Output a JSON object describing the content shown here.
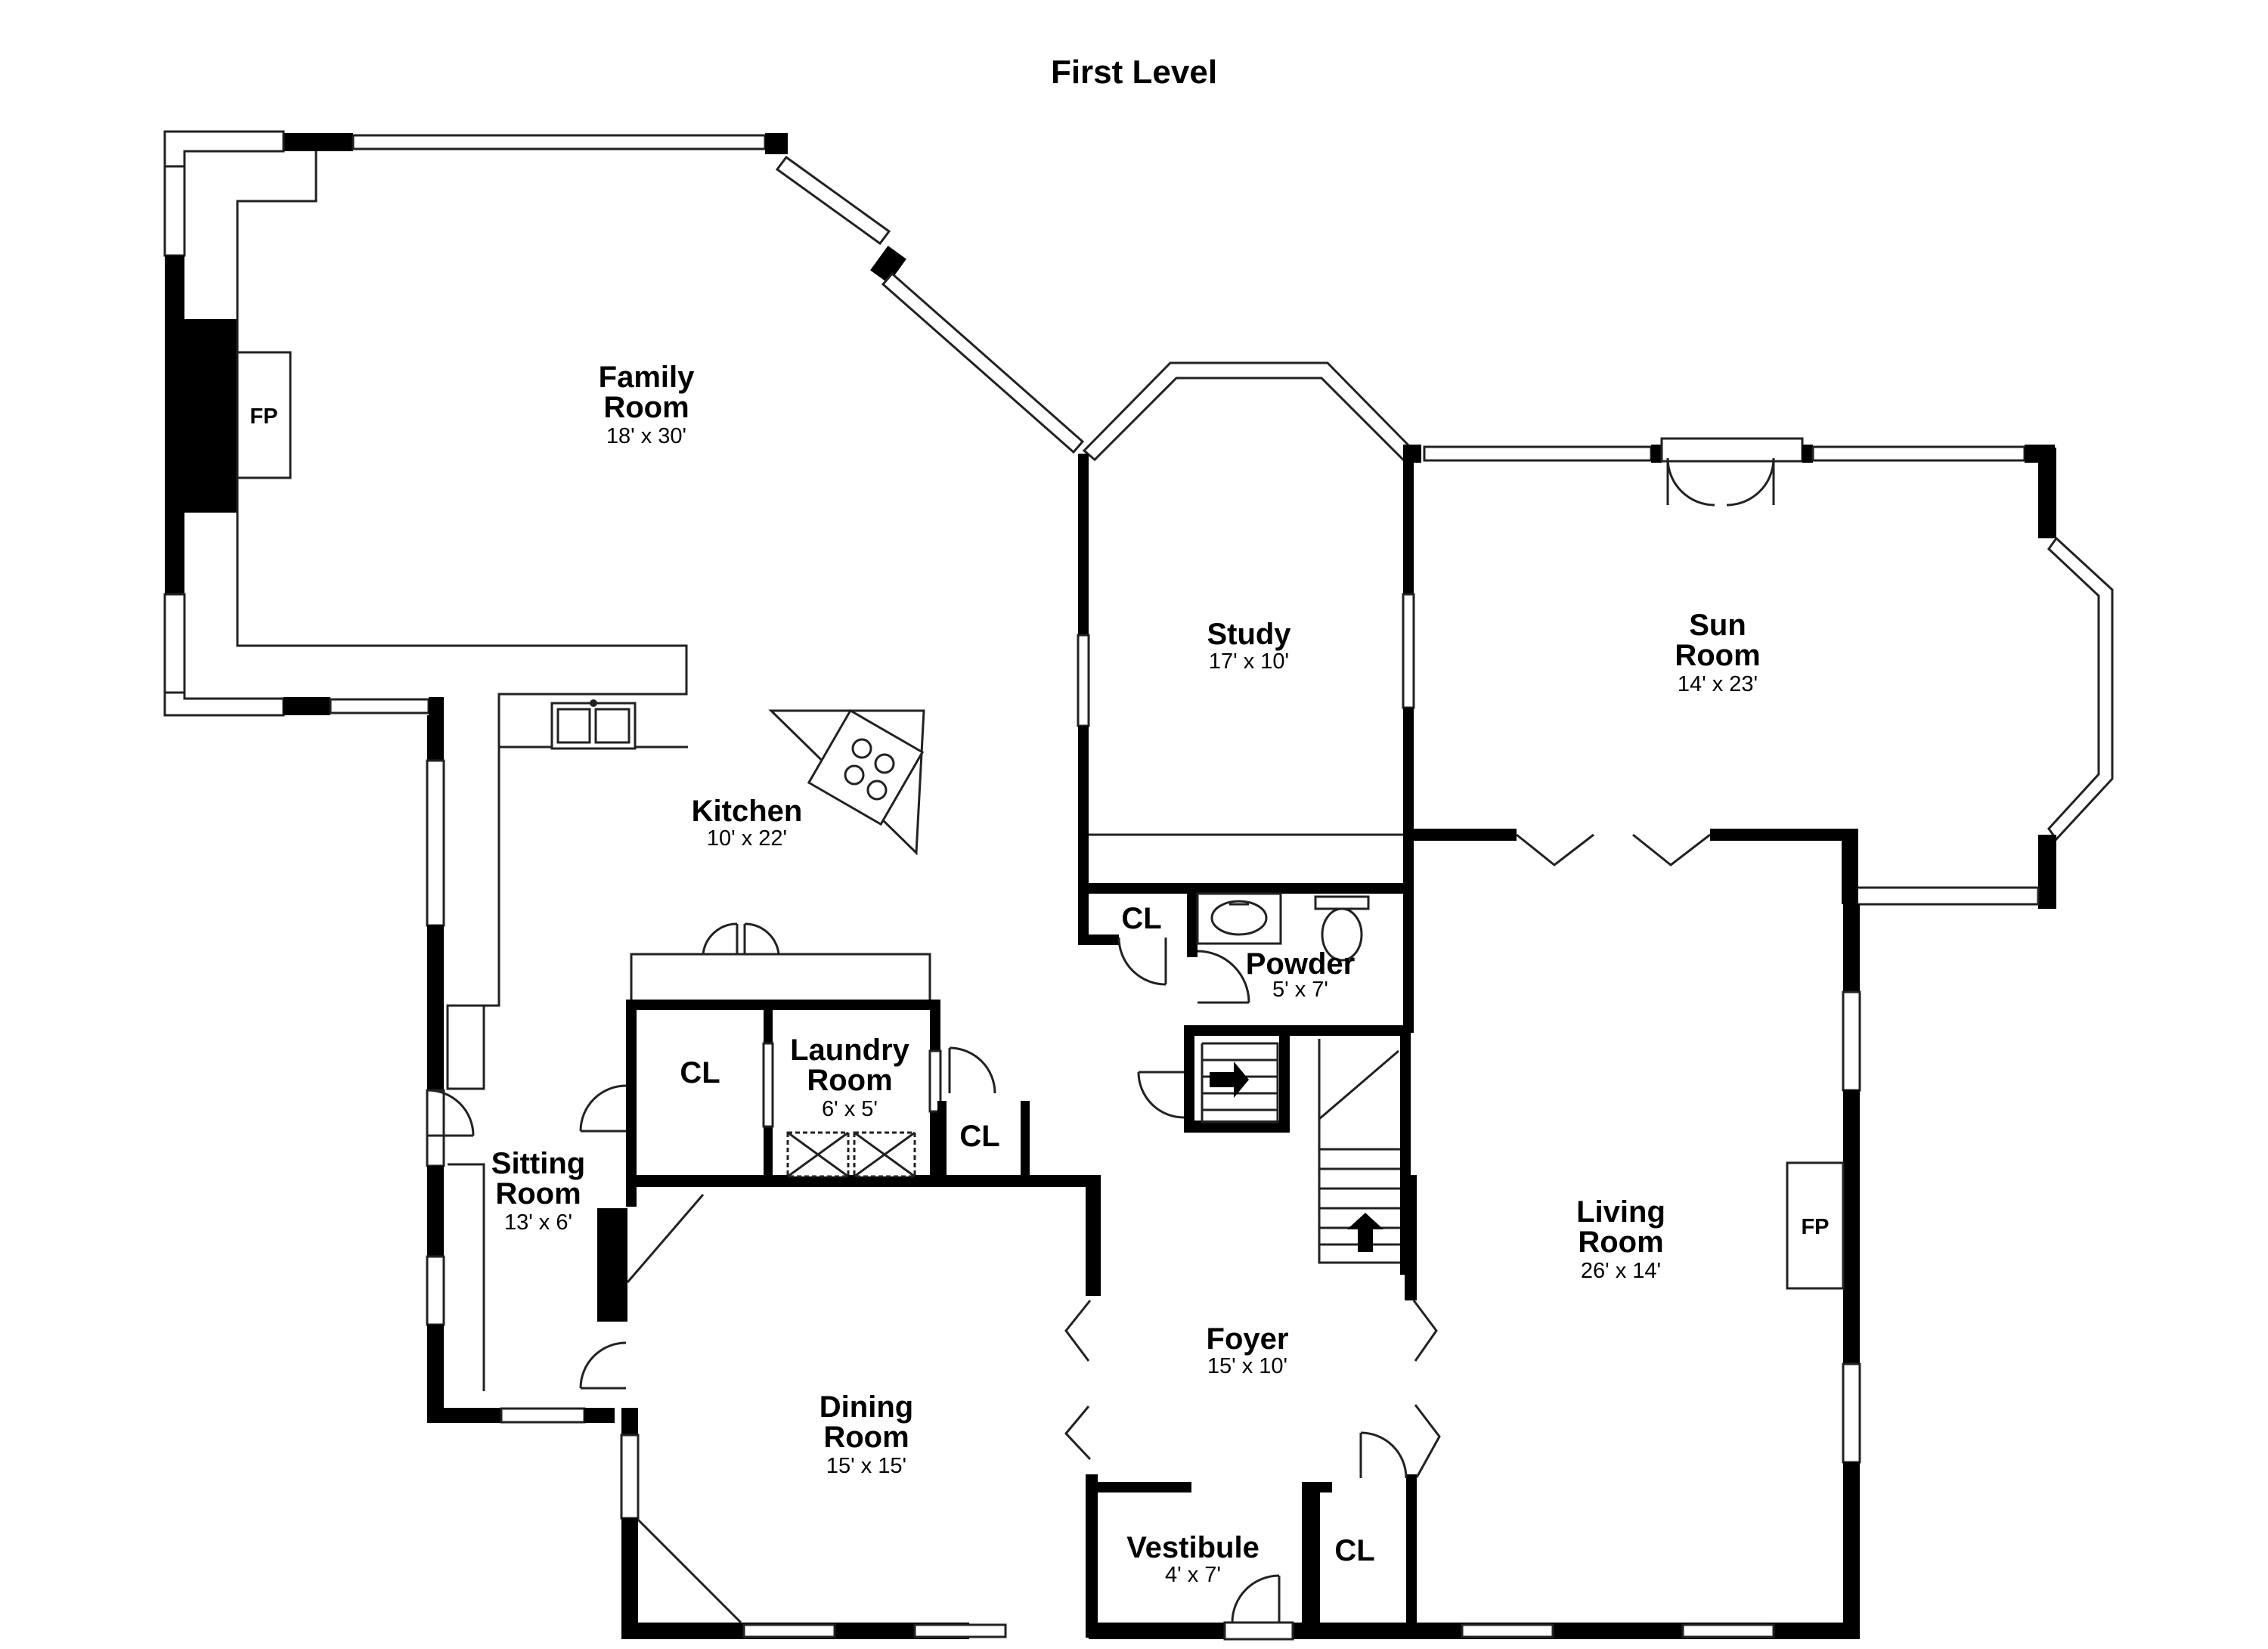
{
  "title": "First Level",
  "rooms": {
    "family_room": {
      "name_line1": "Family",
      "name_line2": "Room",
      "dims": "18' x 30'"
    },
    "study": {
      "name": "Study",
      "dims": "17' x 10'"
    },
    "sun_room": {
      "name_line1": "Sun",
      "name_line2": "Room",
      "dims": "14' x 23'"
    },
    "kitchen": {
      "name": "Kitchen",
      "dims": "10' x 22'"
    },
    "laundry_room": {
      "name_line1": "Laundry",
      "name_line2": "Room",
      "dims": "6' x 5'"
    },
    "powder": {
      "name": "Powder",
      "dims": "5' x 7'"
    },
    "sitting_room": {
      "name_line1": "Sitting",
      "name_line2": "Room",
      "dims": "13' x 6'"
    },
    "living_room": {
      "name_line1": "Living",
      "name_line2": "Room",
      "dims": "26' x 14'"
    },
    "foyer": {
      "name": "Foyer",
      "dims": "15' x 10'"
    },
    "dining_room": {
      "name_line1": "Dining",
      "name_line2": "Room",
      "dims": "15' x 15'"
    },
    "vestibule": {
      "name": "Vestibule",
      "dims": "4' x 7'"
    }
  },
  "closets": {
    "cl_powder": "CL",
    "cl_kitchen": "CL",
    "cl_laundry": "CL",
    "cl_vestibule": "CL"
  },
  "fireplaces": {
    "family_room_fp": "FP",
    "living_room_fp": "FP"
  },
  "icons": [
    "stove-icon",
    "sink-icon",
    "toilet-icon",
    "stair-arrow-icon",
    "door-swing-icon",
    "washer-icon",
    "dryer-icon"
  ]
}
